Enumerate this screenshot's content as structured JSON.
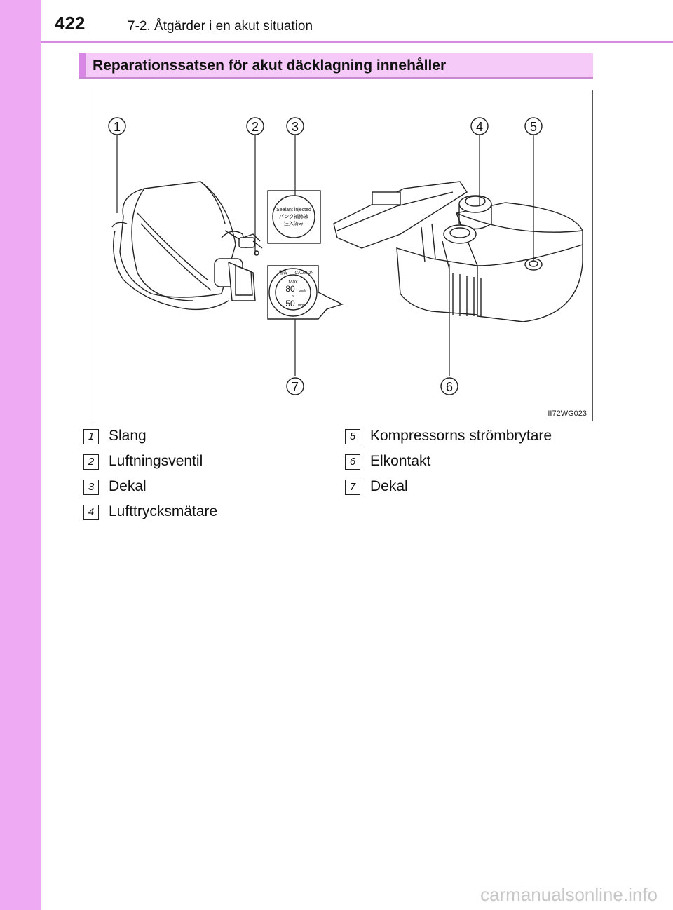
{
  "header": {
    "page_number": "422",
    "chapter_title": "7-2. Åtgärder i en akut situation"
  },
  "section": {
    "title": "Reparationssatsen för akut däcklagning innehåller"
  },
  "figure": {
    "figure_id": "II72WG023",
    "callouts": [
      "1",
      "2",
      "3",
      "4",
      "5",
      "6",
      "7"
    ],
    "decal_top": {
      "line1": "Sealant injected",
      "line2": "パンク補修液",
      "line3": "注入済み"
    },
    "decal_round": {
      "warning": "警告",
      "caution": "CAUTION",
      "max": "Max",
      "speed_kmh": "80",
      "unit_kmh": "km/h",
      "or": "or",
      "speed_mph": "50",
      "unit_mph": "mph"
    }
  },
  "legend": [
    {
      "number": "1",
      "label": "Slang"
    },
    {
      "number": "2",
      "label": "Luftningsventil"
    },
    {
      "number": "3",
      "label": "Dekal"
    },
    {
      "number": "4",
      "label": "Lufttrycksmätare"
    },
    {
      "number": "5",
      "label": "Kompressorns strömbrytare"
    },
    {
      "number": "6",
      "label": "Elkontakt"
    },
    {
      "number": "7",
      "label": "Dekal"
    }
  ],
  "footer": {
    "watermark": "carmanualsonline.info"
  },
  "colors": {
    "side_tab": "#eeaaf3",
    "section_bar": "#f6caf8",
    "section_accent": "#d987e4"
  }
}
